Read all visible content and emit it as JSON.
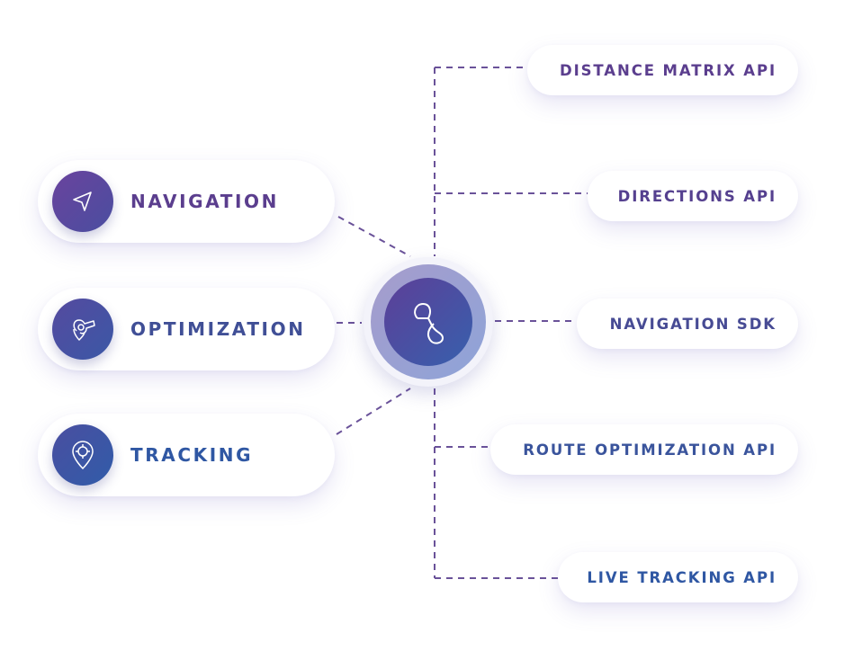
{
  "colors": {
    "purple": "#5b3e8e",
    "blue": "#2f57a3",
    "line": "#6a5299"
  },
  "hub": {
    "icon": "infinity-loop-icon"
  },
  "features": [
    {
      "label": "NAVIGATION",
      "icon": "navigation-arrow-icon"
    },
    {
      "label": "OPTIMIZATION",
      "icon": "hand-pin-icon"
    },
    {
      "label": "TRACKING",
      "icon": "location-target-icon"
    }
  ],
  "apis": [
    {
      "label": "DISTANCE MATRIX API"
    },
    {
      "label": "DIRECTIONS API"
    },
    {
      "label": "NAVIGATION SDK"
    },
    {
      "label": "ROUTE OPTIMIZATION API"
    },
    {
      "label": "LIVE TRACKING API"
    }
  ]
}
